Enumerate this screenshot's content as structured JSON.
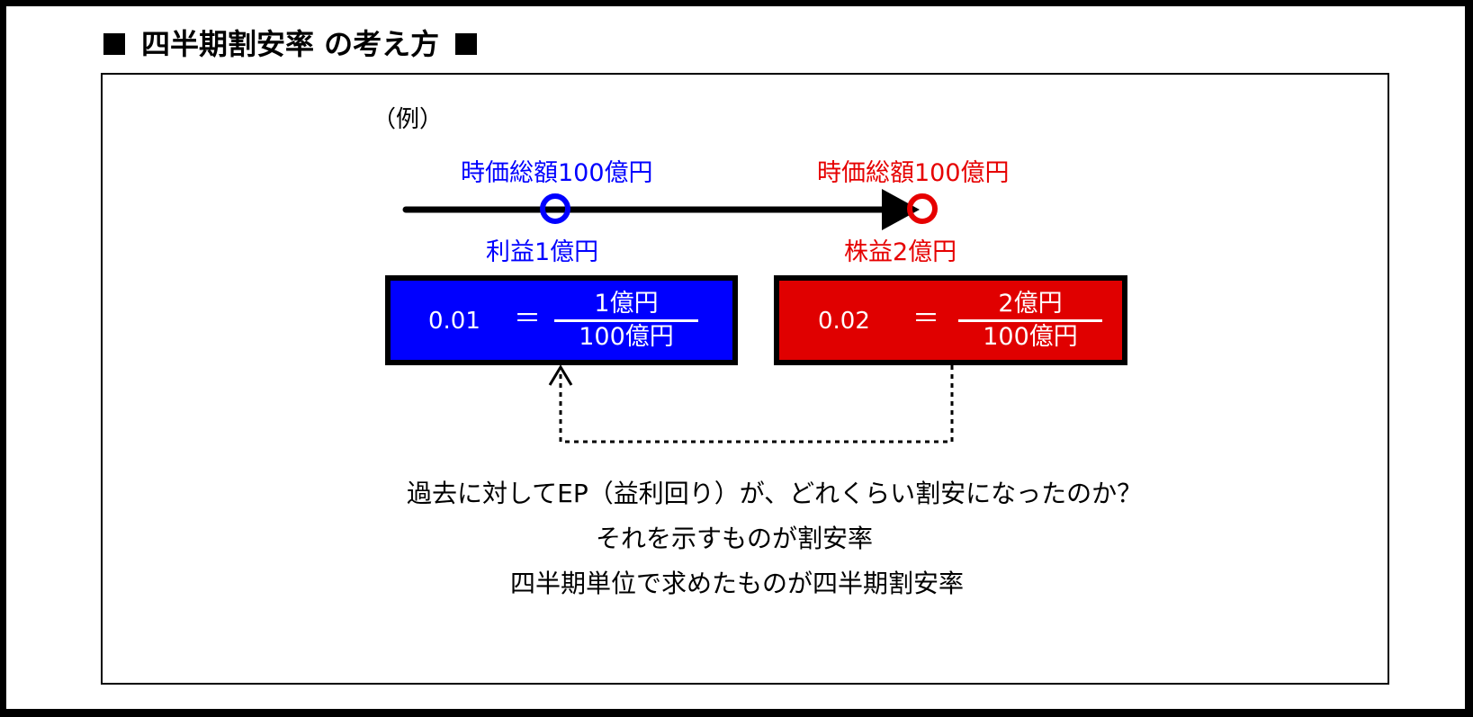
{
  "title": "四半期割安率 の考え方",
  "panel": {
    "example_label": "（例）",
    "left_point": {
      "top_label": "時価総額100億円",
      "bottom_label": "利益1億円",
      "color": "#0000ff"
    },
    "right_point": {
      "top_label": "時価総額100億円",
      "bottom_label": "株益2億円",
      "color": "#e60000"
    },
    "left_box": {
      "value": "0.01",
      "equals": "＝",
      "numerator": "1億円",
      "denominator": "100億円",
      "color": "#0000ff"
    },
    "right_box": {
      "value": "0.02",
      "equals": "＝",
      "numerator": "2億円",
      "denominator": "100億円",
      "color": "#e00000"
    },
    "captions": [
      "過去に対してEP（益利回り）が、どれくらい割安になったのか？",
      "それを示すものが割安率",
      "四半期単位で求めたものが四半期割安率"
    ]
  }
}
